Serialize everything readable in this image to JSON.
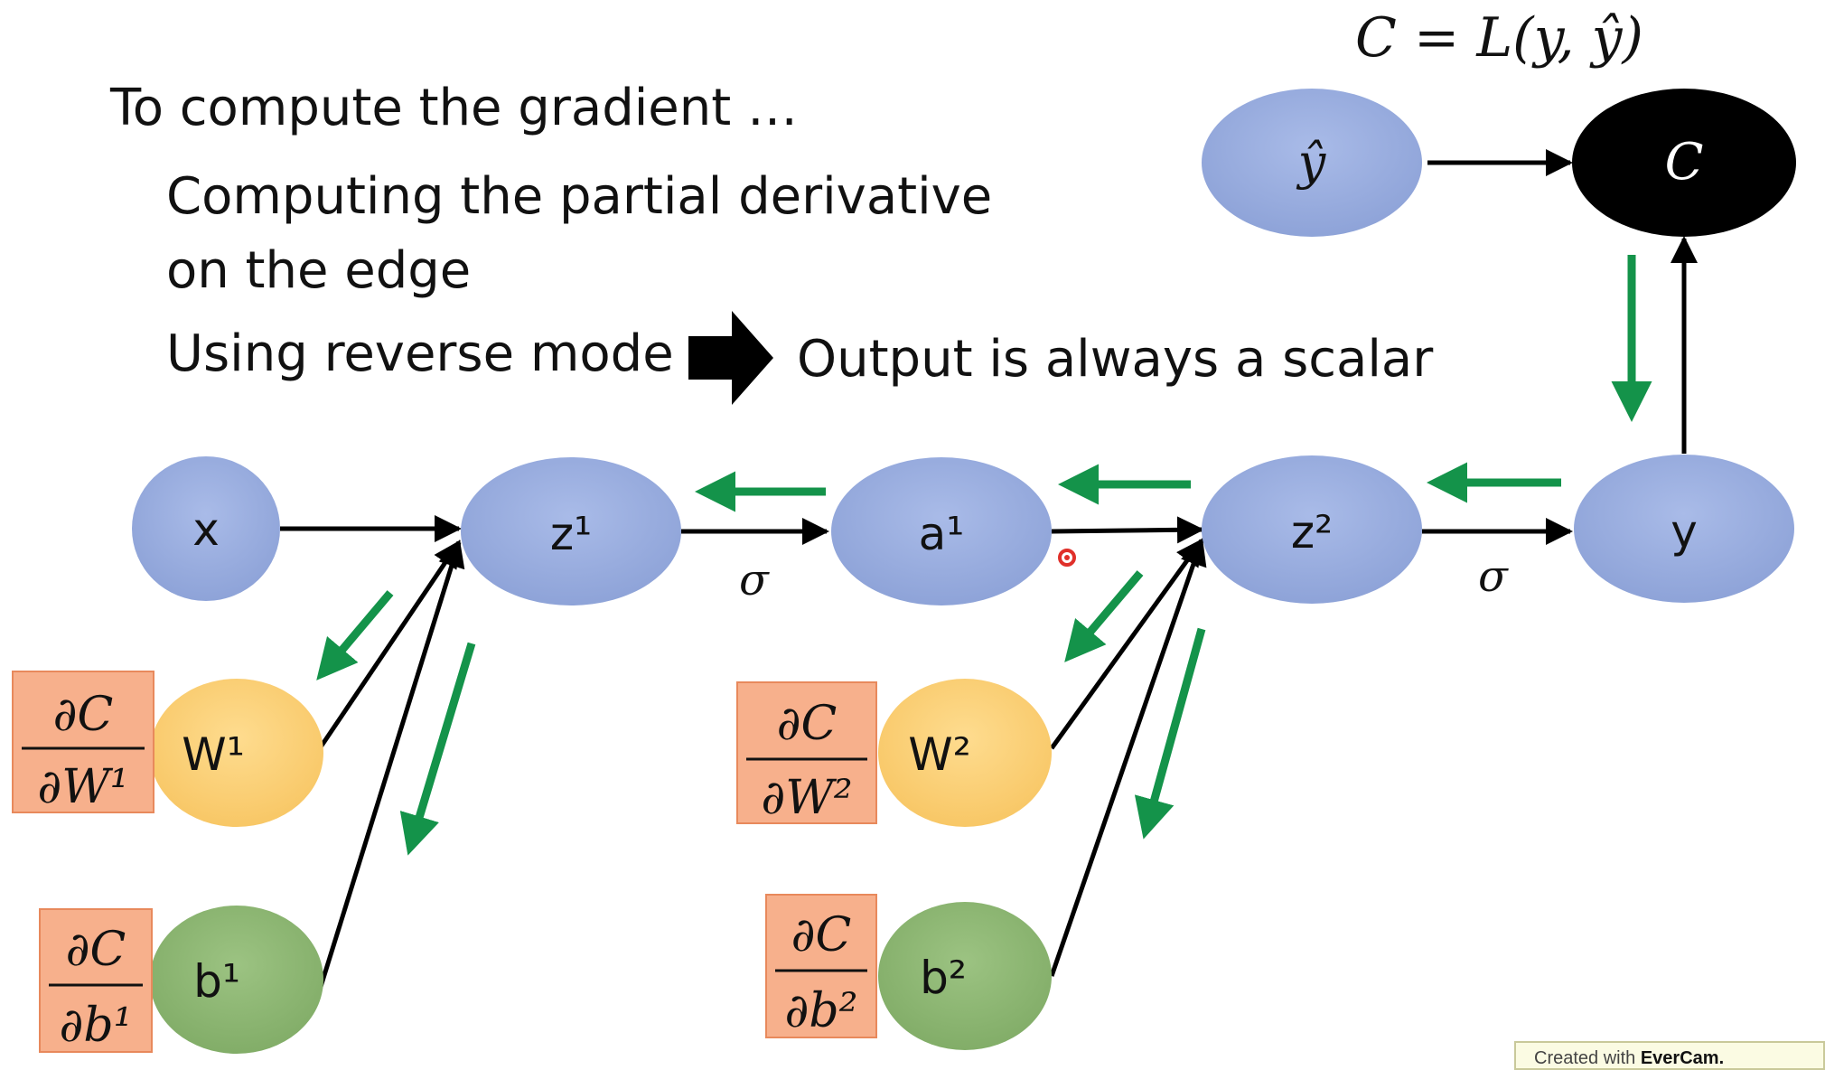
{
  "formula": "C = L(y, ŷ)",
  "text": {
    "line1": "To compute the gradient …",
    "line2": "Computing the partial derivative",
    "line3": "on the edge",
    "line4": "Using reverse mode",
    "line5": "Output is always a scalar"
  },
  "nodes": {
    "x": "x",
    "z1": "z¹",
    "a1": "a¹",
    "z2": "z²",
    "y": "y",
    "yhat": "ŷ",
    "c": "C",
    "w1": "W¹",
    "b1": "b¹",
    "w2": "W²",
    "b2": "b²"
  },
  "edge_labels": {
    "sigma1": "σ",
    "sigma2": "σ"
  },
  "gradients": {
    "w1": {
      "num": "∂C",
      "den": "∂W¹"
    },
    "b1": {
      "num": "∂C",
      "den": "∂b¹"
    },
    "w2": {
      "num": "∂C",
      "den": "∂W²"
    },
    "b2": {
      "num": "∂C",
      "den": "∂b²"
    }
  },
  "watermark": {
    "prefix": "Created with",
    "brand": "EverCam."
  },
  "colors": {
    "blue_node": "#9db0e0",
    "orange_node": "#fcd27a",
    "green_node": "#8fb875",
    "gradient_box": "#f7b08c",
    "green_arrow": "#14934a",
    "black": "#000000"
  }
}
